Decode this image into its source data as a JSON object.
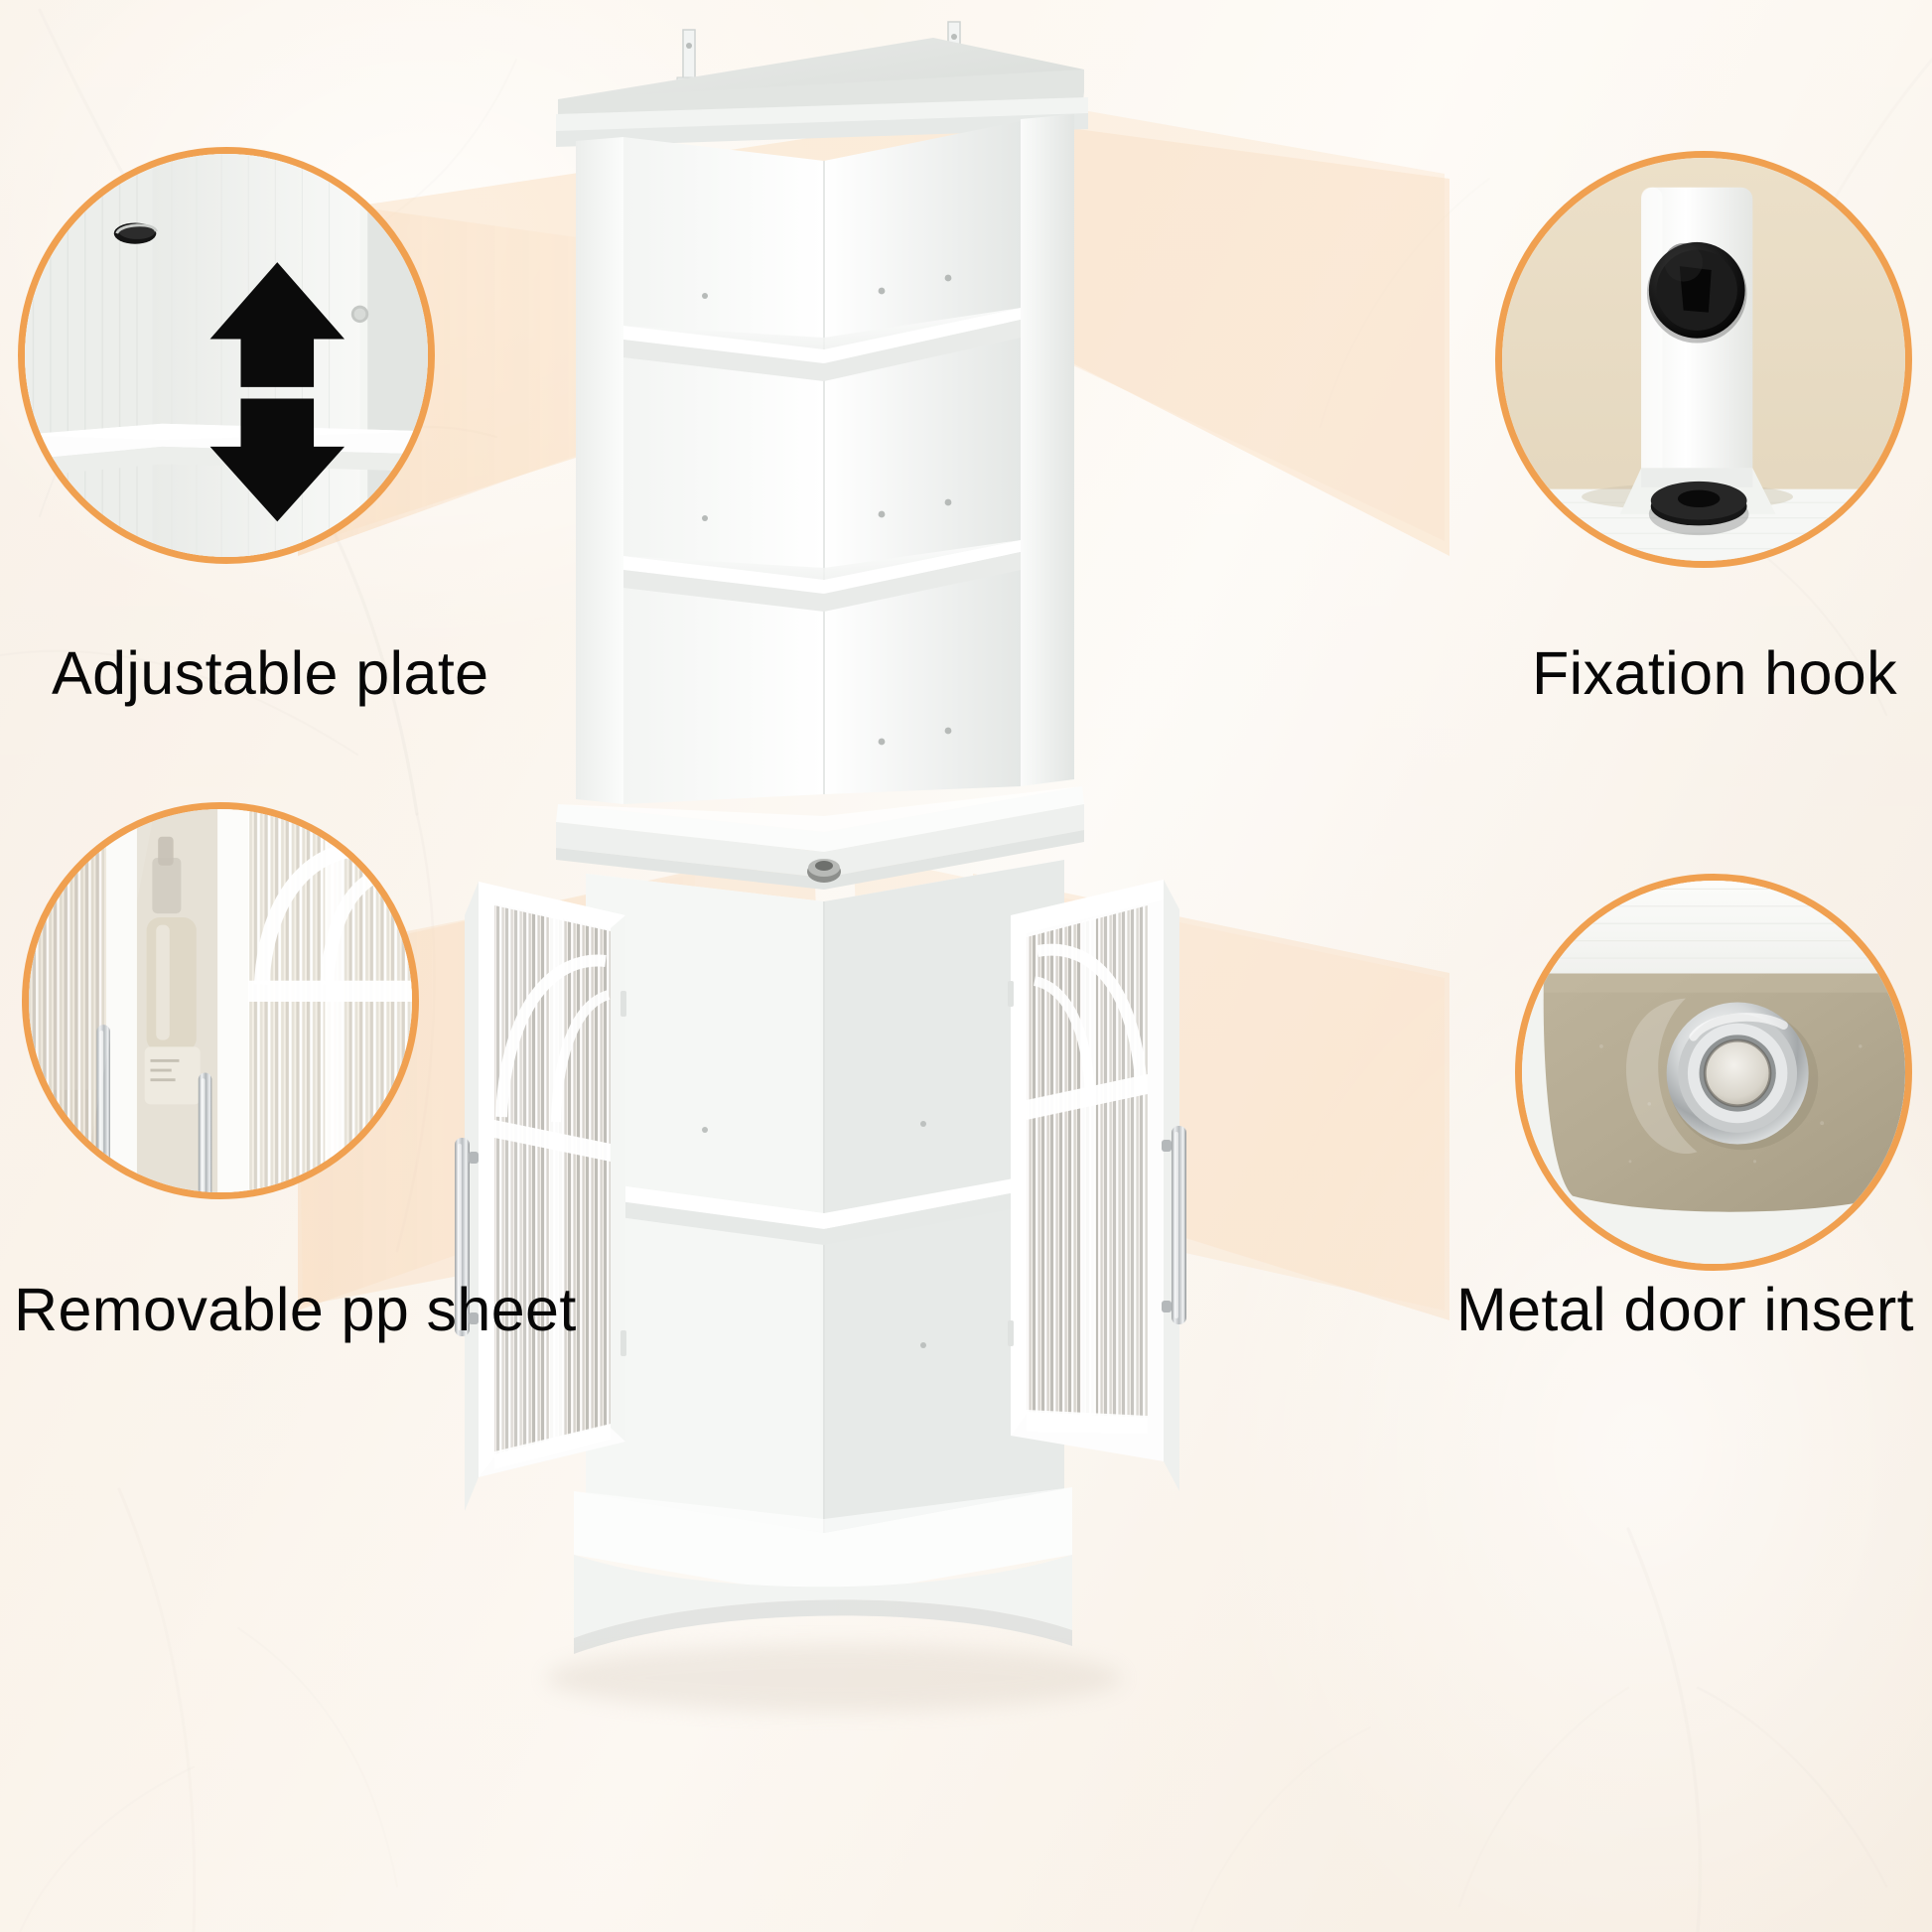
{
  "product": {
    "type": "corner-storage-cabinet",
    "color": "white",
    "shelves_open": 3,
    "doors": 2
  },
  "theme": {
    "accent": "#f0a050",
    "beam": "#f7d0a8",
    "label_color": "#070707",
    "background_start": "#f6ece1",
    "background_end": "#f3e9dd",
    "cabinet_white": "#fdfdfd",
    "cabinet_shadow": "#e3e5e4",
    "wall_beige": "#e6dac3",
    "metal_chrome": "#cfd2d4",
    "hardware_black": "#1a1a1a"
  },
  "callouts": [
    {
      "id": "adjustable-plate",
      "label": "Adjustable plate",
      "position": "top-left",
      "detail": "shelf with up and down arrows and peg holes"
    },
    {
      "id": "fixation-hook",
      "label": "Fixation hook",
      "position": "top-right",
      "detail": "white L bracket with black screw caps on beige wall"
    },
    {
      "id": "removable-pp-sheet",
      "label": "Removable pp sheet",
      "position": "bottom-left",
      "detail": "fluted glass doors with chrome bar handles"
    },
    {
      "id": "metal-door-insert",
      "label": "Metal door insert",
      "position": "bottom-right",
      "detail": "chrome eyelet grommet on tan metal plate"
    }
  ],
  "arrows": {
    "up": "arrow-up",
    "down": "arrow-down"
  }
}
